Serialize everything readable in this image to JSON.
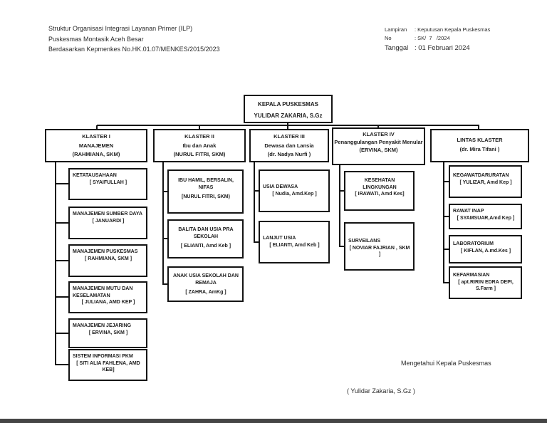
{
  "doc_header": {
    "line1": "Struktur Organisasi Integrasi Layanan Primer (ILP)",
    "line2": "Puskesmas Montasik Aceh Besar",
    "line3": "Berdasarkan Kepmenkes No.HK.01.07/MENKES/2015/2023"
  },
  "annex": {
    "lampiran_label": "Lampiran",
    "lampiran_value": ": Keputusan Kepala Puskesmas",
    "no_label": "No",
    "no_value": ": SK/  7   /2024",
    "tanggal_label": "Tanggal",
    "tanggal_value": ": 01 Februari 2024"
  },
  "chart": {
    "root": {
      "title": "KEPALA PUSKESMAS",
      "name": "YULIDAR ZAKARIA, S.Gz"
    },
    "clusters": [
      {
        "lines": [
          "KLASTER I",
          "MANAJEMEN",
          "(RAHMIANA, SKM)"
        ],
        "children": [
          {
            "title": "KETATAUSAHAAN",
            "name": "[ SYAIFULLAH ]"
          },
          {
            "title": "MANAJEMEN SUMBER DAYA",
            "name": "[ JANUARDI ]"
          },
          {
            "title": "MANAJEMEN PUSKESMAS",
            "name": "[ RAHMIANA, SKM ]"
          },
          {
            "title": "MANAJEMEN MUTU DAN KESELAMATAN",
            "name": "[ JULIANA, AMD KEP ]"
          },
          {
            "title": "MANAJEMEN JEJARING",
            "name": "[ ERVINA, SKM ]"
          },
          {
            "title": "SISTEM INFORMASI PKM",
            "name": "[ SITI ALIA FAHLENA, AMD KEB]"
          }
        ]
      },
      {
        "lines": [
          "KLASTER II",
          "Ibu dan Anak",
          "(NURUL FITRI, SKM)"
        ],
        "children": [
          {
            "title": "IBU HAMIL, BERSALIN, NIFAS",
            "name": "[NURUL FITRI, SKM)"
          },
          {
            "title": "BALITA DAN USIA PRA SEKOLAH",
            "name": "[ ELIANTI, Amd Keb ]"
          },
          {
            "title": "ANAK USIA SEKOLAH DAN REMAJA",
            "name": "[ ZAHRA, AmKg ]"
          }
        ]
      },
      {
        "lines": [
          "KLASTER III",
          "Dewasa dan Lansia",
          "(dr. Nadya Nurfi )"
        ],
        "children": [
          {
            "title": "USIA DEWASA",
            "name": "[ Nudia, Amd.Kep ]"
          },
          {
            "title": "LANJUT USIA",
            "name": "[ ELIANTI, Amd Keb ]"
          }
        ]
      },
      {
        "lines": [
          "KLASTER IV",
          "Penanggulangan Penyakit Menular",
          "(ERVINA, SKM)"
        ],
        "children": [
          {
            "title": "KESEHATAN LINGKUNGAN",
            "name": "[ IRAWATI, Amd Kes]"
          },
          {
            "title": "SURVEILANS",
            "name": "[ NOVIAR FAJRIAN , SKM ]"
          }
        ]
      },
      {
        "lines": [
          "LINTAS KLASTER",
          "(dr. Mira Tifani )"
        ],
        "children": [
          {
            "title": "KEGAWATDARURATAN",
            "name": "[ YULIZAR, Amd Kep ]"
          },
          {
            "title": "RAWAT INAP",
            "name": "[ SYAMSUAR,Amd Kep ]"
          },
          {
            "title": "LABORATORIUM",
            "name": "[ KIFLAN, A.md.Kes ]"
          },
          {
            "title": "KEFARMASIAN",
            "name": "[ apt.RIRIN EDRA DEPI, S.Farm ]"
          }
        ]
      }
    ]
  },
  "footer": {
    "acknowledge": "Mengetahui Kepala Puskesmas",
    "signature": "( Yulidar Zakaria, S.Gz )"
  }
}
